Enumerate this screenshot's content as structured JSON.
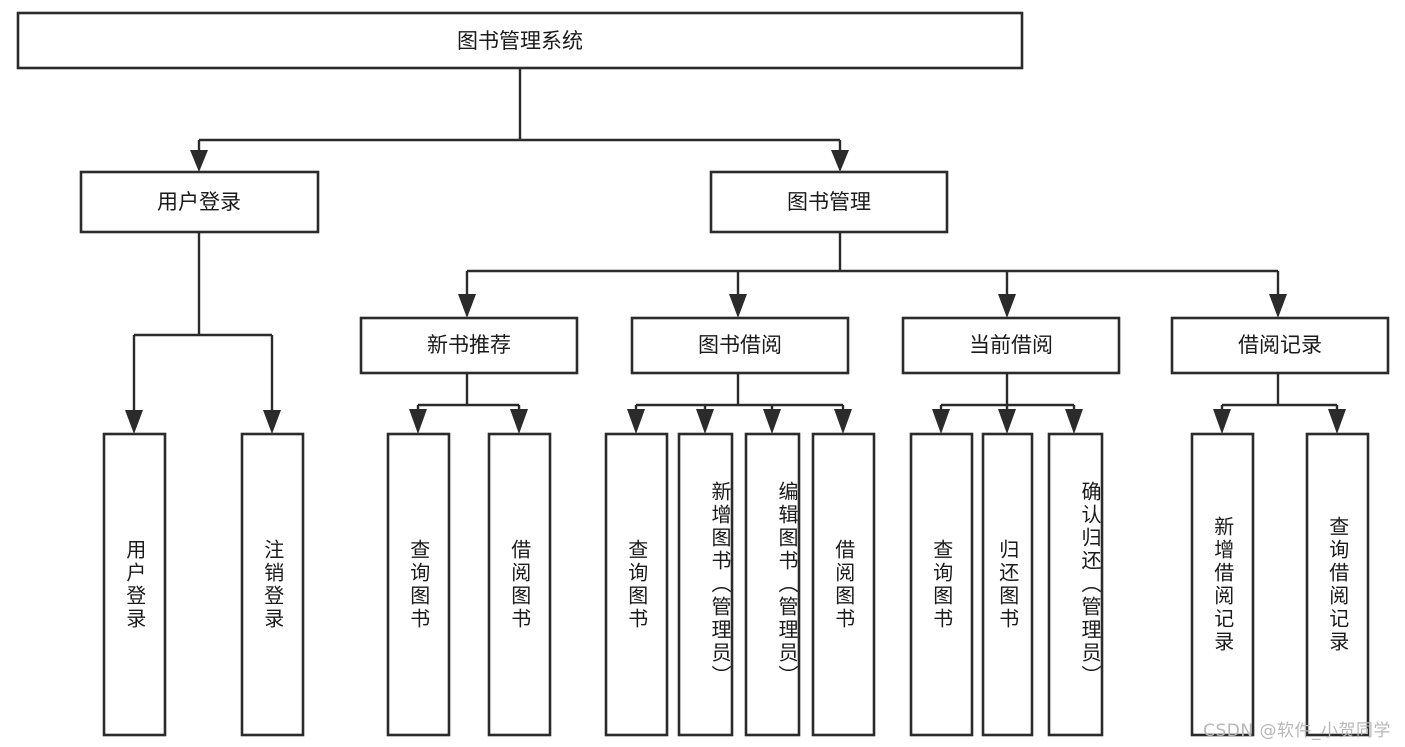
{
  "diagram": {
    "type": "tree-flowchart",
    "title": "图书管理系统",
    "orientation": "top-down",
    "colors": {
      "node_fill": "#ffffff",
      "node_stroke": "#2b2b2b",
      "connector": "#2b2b2b",
      "text": "#1a1a1a",
      "watermark": "#b8b8b8"
    },
    "root": {
      "label": "图书管理系统"
    },
    "level2": [
      {
        "label": "用户登录"
      },
      {
        "label": "图书管理"
      }
    ],
    "level3": [
      {
        "label": "新书推荐"
      },
      {
        "label": "图书借阅"
      },
      {
        "label": "当前借阅"
      },
      {
        "label": "借阅记录"
      }
    ],
    "leaves": {
      "user_login": [
        {
          "label": "用户登录"
        },
        {
          "label": "注销登录"
        }
      ],
      "new_book_recommend": [
        {
          "label": "查询图书"
        },
        {
          "label": "借阅图书"
        }
      ],
      "book_borrow": [
        {
          "label": "查询图书"
        },
        {
          "label": "新增图书（管理员）"
        },
        {
          "label": "编辑图书（管理员）"
        },
        {
          "label": "借阅图书"
        }
      ],
      "current_borrow": [
        {
          "label": "查询图书"
        },
        {
          "label": "归还图书"
        },
        {
          "label": "确认归还（管理员）"
        }
      ],
      "borrow_record": [
        {
          "label": "新增借阅记录"
        },
        {
          "label": "查询借阅记录"
        }
      ]
    }
  },
  "watermark": {
    "text": "CSDN @软件_小贺同学"
  }
}
